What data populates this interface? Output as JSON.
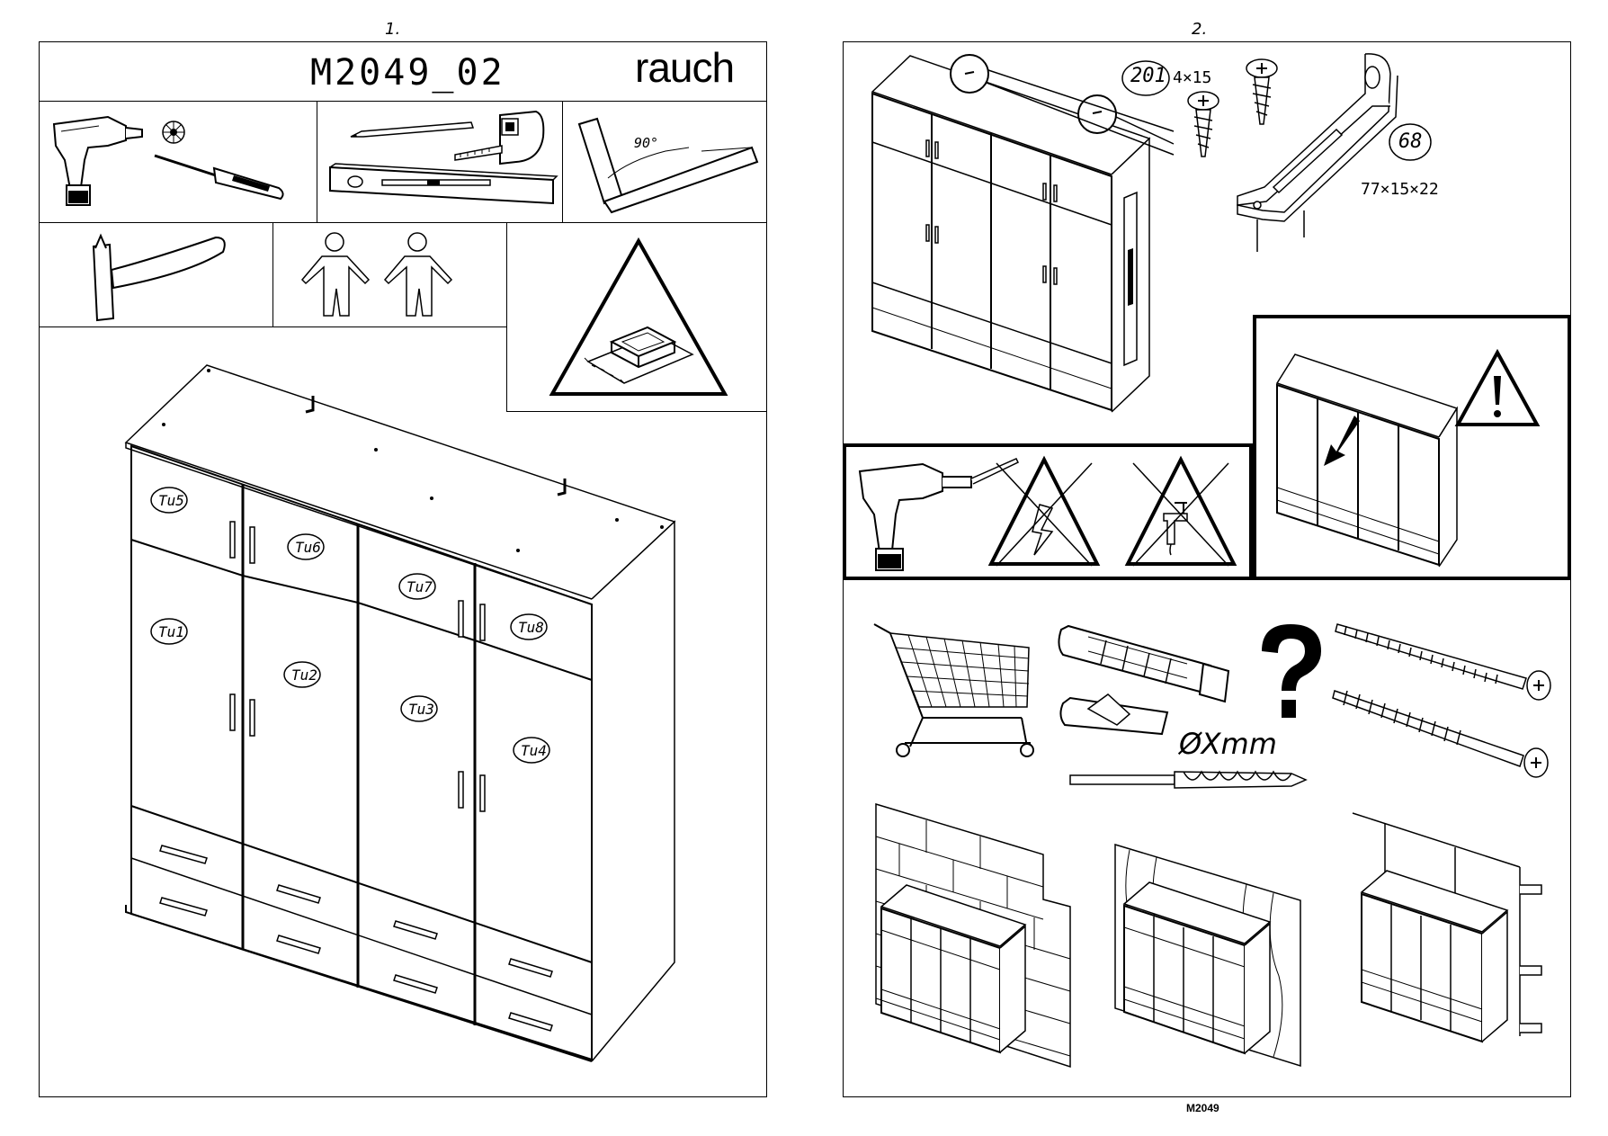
{
  "page1": {
    "number": "1.",
    "model": "M2049_02",
    "brand": "rauch",
    "angle": "90°",
    "door_labels": [
      "Tu5",
      "Tu6",
      "Tu7",
      "Tu8",
      "Tu1",
      "Tu2",
      "Tu3",
      "Tu4"
    ]
  },
  "page2": {
    "number": "2.",
    "part_201_number": "201",
    "part_201_size": "4×15",
    "part_68_number": "68",
    "part_68_size": "77×15×22",
    "drill_label": "ØXmm"
  },
  "footer": "M2049"
}
